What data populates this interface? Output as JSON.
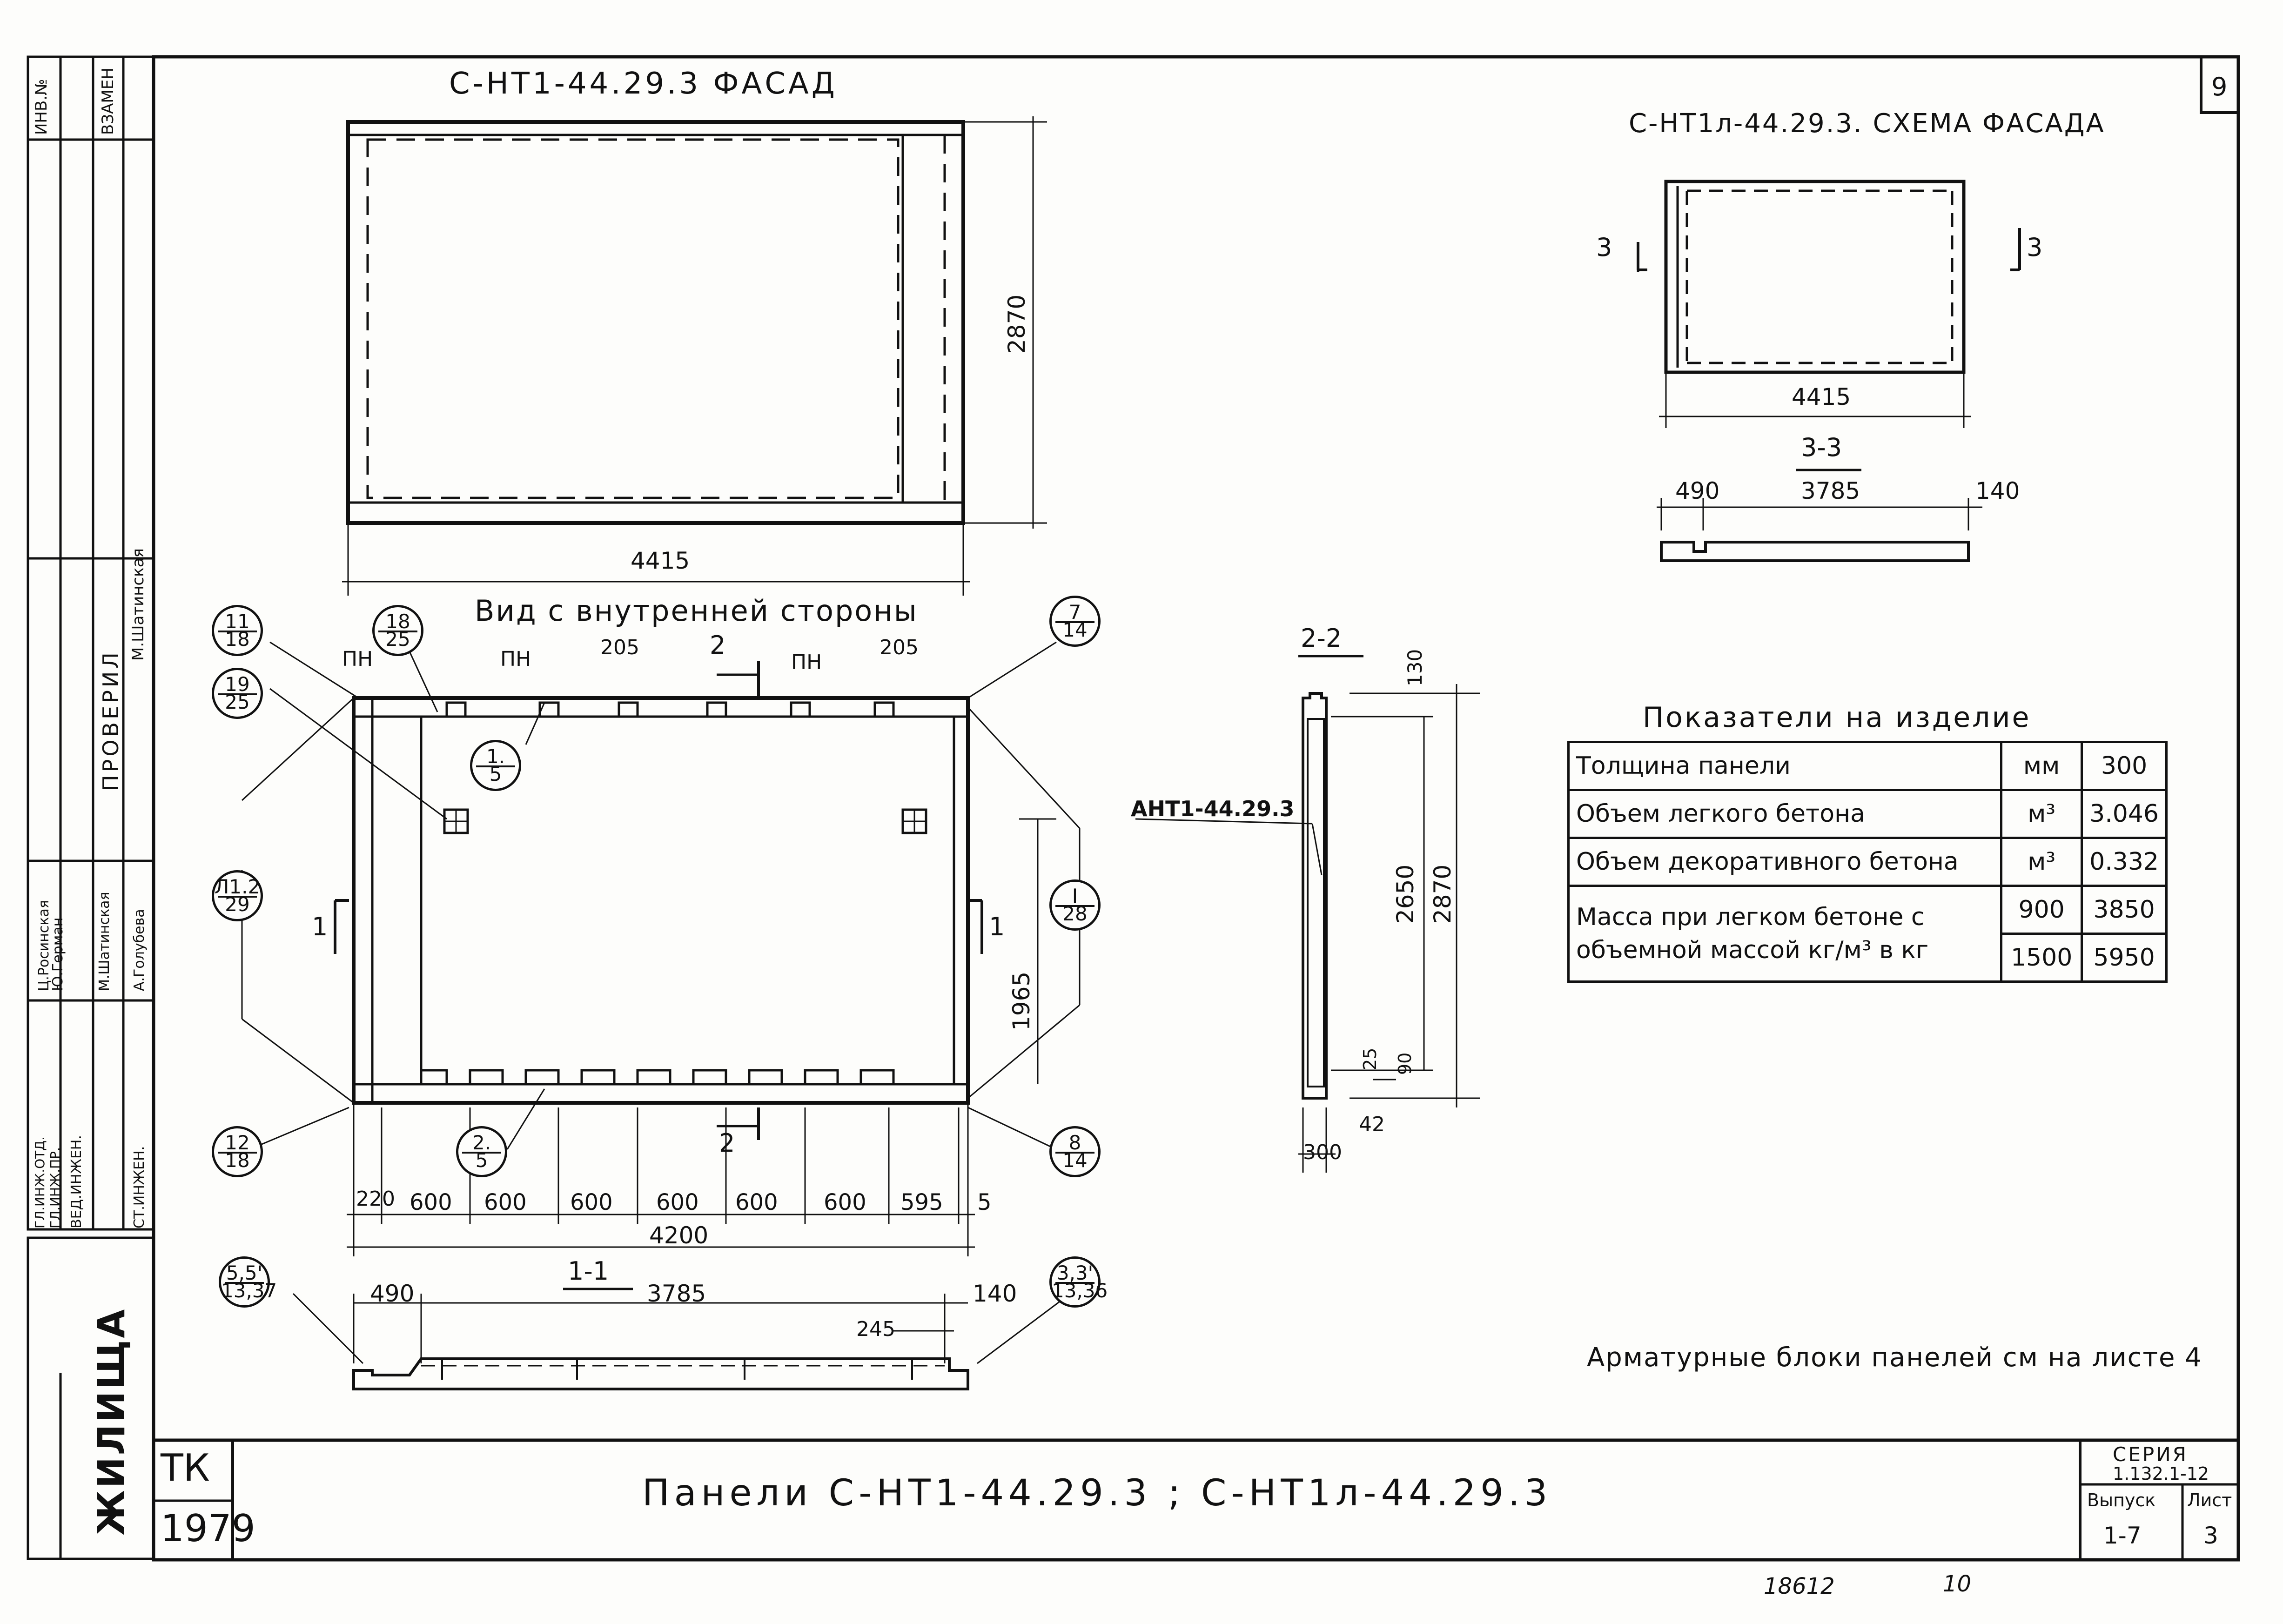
{
  "sheet_number": "9",
  "facade": {
    "title": "С-НТ1-44.29.3   ФАСАД",
    "width": "4415",
    "height": "2870"
  },
  "scheme": {
    "title": "С-НТ1л-44.29.3. СХЕМА ФАСАДА",
    "width": "4415",
    "cut_left": "3",
    "cut_right": "3",
    "section_label": "3-3",
    "dim_left": "490",
    "dim_mid": "3785",
    "dim_right": "140"
  },
  "inner_view": {
    "title": "Вид с внутренней стороны",
    "pn_labels": [
      "ПН",
      "ПН",
      "ПН"
    ],
    "dim_205_a": "205",
    "dim_205_b": "205",
    "section_2_top": "2",
    "section_2_bottom": "2",
    "section_1_left": "1",
    "section_1_right": "1",
    "dim_1965": "1965",
    "bottom_dims": [
      "220",
      "600",
      "600",
      "600",
      "600",
      "600",
      "600",
      "595",
      "5"
    ],
    "total_width": "4200"
  },
  "callouts": [
    {
      "id": "c-11-18",
      "num": "11",
      "den": "18"
    },
    {
      "id": "c-18-25",
      "num": "18",
      "den": "25"
    },
    {
      "id": "c-19-25",
      "num": "19",
      "den": "25"
    },
    {
      "id": "c-1-5",
      "num": "1.",
      "den": "5"
    },
    {
      "id": "c-l12-29",
      "num": "Л1.2",
      "den": "29"
    },
    {
      "id": "c-12-18",
      "num": "12",
      "den": "18"
    },
    {
      "id": "c-2-5",
      "num": "2.",
      "den": "5"
    },
    {
      "id": "c-7-14",
      "num": "7",
      "den": "14"
    },
    {
      "id": "c-i-28",
      "num": "I",
      "den": "28"
    },
    {
      "id": "c-8-14",
      "num": "8",
      "den": "14"
    },
    {
      "id": "c-55-1337",
      "num": "5,5'",
      "den": "13,37"
    },
    {
      "id": "c-33-1336",
      "num": "3,3'",
      "den": "13,36"
    }
  ],
  "section_1_1": {
    "label": "1-1",
    "dim_left": "490",
    "dim_mid": "3785",
    "dim_right": "140",
    "dim_245": "245"
  },
  "section_2_2": {
    "label": "2-2",
    "anchor_label": "АНТ1-44.29.3",
    "dim_130": "130",
    "dim_2650": "2650",
    "dim_2870": "2870",
    "dim_25": "25",
    "dim_90": "90",
    "dim_42": "42",
    "dim_300": "300"
  },
  "indicators": {
    "title": "Показатели на изделие",
    "rows": [
      {
        "label": "Толщина панели",
        "unit": "мм",
        "value": "300"
      },
      {
        "label": "Объем легкого бетона",
        "unit": "м³",
        "value": "3.046"
      },
      {
        "label": "Объем декоративного бетона",
        "unit": "м³",
        "value": "0.332"
      }
    ],
    "mass_label_1": "Масса при легком бетоне с",
    "mass_label_2": "объемной массой кг/м³ в кг",
    "mass_rows": [
      {
        "density": "900",
        "mass": "3850"
      },
      {
        "density": "1500",
        "mass": "5950"
      }
    ]
  },
  "note": "Арматурные блоки панелей см на листе 4",
  "title_block": {
    "org": "ТК",
    "year": "1979",
    "title": "Панели   С-НТ1-44.29.3 ;   С-НТ1л-44.29.3",
    "series_label": "СЕРИЯ",
    "series_value": "1.132.1-12",
    "issue_label": "Выпуск",
    "sheet_label": "Лист",
    "issue_value": "1-7",
    "sheet_value": "3",
    "bottom_num_1": "18612",
    "bottom_num_2": "10"
  },
  "side_stamp": {
    "inv": "ИНВ.№",
    "zamen": "ВЗАМЕН",
    "proveril": "ПРОВЕРИЛ",
    "roles": [
      "ГЛ.ИНЖ.ОТД.",
      "ГЛ.ИНЖ.ПР.",
      "ВЕД.ИНЖЕН.",
      "СТ.ИНЖЕН."
    ],
    "names": [
      "Ц.Росинская",
      "Ю.Герман",
      "М.Шатинская",
      "А.Голубева"
    ],
    "checkers": [
      "М.Шатинская"
    ],
    "org_vertical": "ЖИЛИЩА"
  }
}
